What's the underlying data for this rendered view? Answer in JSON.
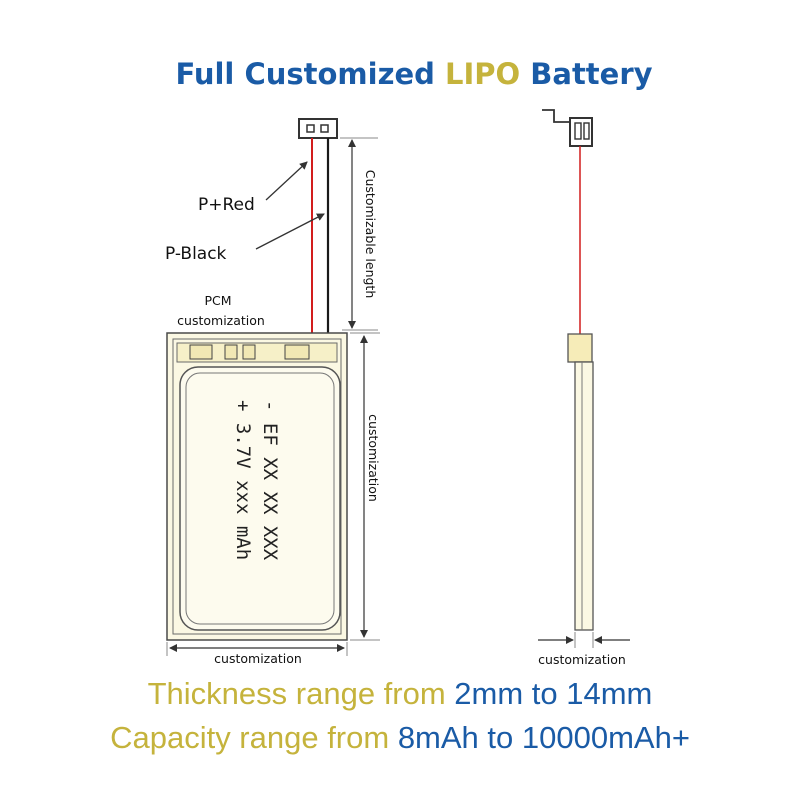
{
  "colors": {
    "blue": "#1a5ba6",
    "gold": "#c5b33c",
    "battery_fill": "#fbf8e3",
    "battery_inner": "#fdfbee",
    "outline": "#4a4a4a",
    "wire_red": "#d21d1d",
    "wire_black": "#1a1a1a"
  },
  "title": {
    "part1": "Full Customized ",
    "part2": "LIPO",
    "part3": " Battery"
  },
  "labels": {
    "p_red": "P+Red",
    "p_black": "P-Black",
    "pcm_line1": "PCM",
    "pcm_line2": "customization",
    "customizable_length": "Customizable length",
    "height_customization": "customization",
    "width_customization": "customization",
    "thickness_customization": "customization"
  },
  "battery_text": {
    "line1": "- EF XX XX XXX",
    "line2": "+ 3.7V xxx mAh"
  },
  "footer": {
    "thickness_label": "Thickness range from ",
    "thickness_value": "2mm to 14mm",
    "capacity_label": "Capacity range from ",
    "capacity_value": "8mAh to 10000mAh+"
  }
}
